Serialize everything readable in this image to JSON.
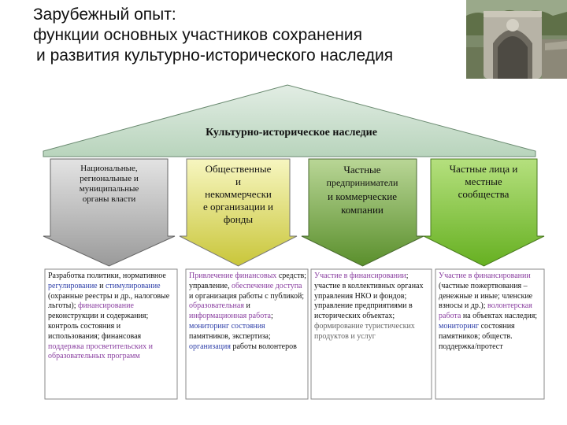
{
  "title": {
    "line1": "Зарубежный опыт:",
    "line2": "функции основных участников сохранения",
    "line3": "и развития культурно-исторического наследия"
  },
  "heritage_label": "Культурно-историческое наследие",
  "columns": [
    {
      "header_lines": [
        "Национальные,",
        "региональные и",
        "муниципальные",
        "органы власти"
      ],
      "segments": [
        {
          "text": "Разработка политики, нормативное ",
          "style": "plain"
        },
        {
          "text": "регулирование",
          "style": "blue"
        },
        {
          "text": " и ",
          "style": "plain"
        },
        {
          "text": "стимулирование",
          "style": "blue"
        },
        {
          "text": " (охранные реестры и др., налоговые льготы); ",
          "style": "plain"
        },
        {
          "text": "финансирование",
          "style": "purple"
        },
        {
          "text": " реконструкции и содержания; контроль состояния и использования; финансовая ",
          "style": "plain"
        },
        {
          "text": "поддержка просветительских и образовательных программ",
          "style": "purple"
        }
      ]
    },
    {
      "header_lines": [
        "Общественные",
        "и",
        "некоммерчески",
        "е организации и",
        "фонды"
      ],
      "segments": [
        {
          "text": "Привлечение финансовых",
          "style": "purple"
        },
        {
          "text": " средств; управление, ",
          "style": "plain"
        },
        {
          "text": "обеспечение доступа",
          "style": "purple"
        },
        {
          "text": " и организация работы с публикой; ",
          "style": "plain"
        },
        {
          "text": "образовательная",
          "style": "purple"
        },
        {
          "text": " и ",
          "style": "plain"
        },
        {
          "text": "информационная работа",
          "style": "purple"
        },
        {
          "text": "; ",
          "style": "plain"
        },
        {
          "text": "мониторинг состояния",
          "style": "blue"
        },
        {
          "text": " памятников, экспертиза; ",
          "style": "plain"
        },
        {
          "text": "организация",
          "style": "blue"
        },
        {
          "text": " работы волонтеров",
          "style": "plain"
        }
      ]
    },
    {
      "header_lines": [
        "Частные",
        "предприниматели",
        "и коммерческие",
        "компании"
      ],
      "segments": [
        {
          "text": "Участие в финансировании",
          "style": "purple"
        },
        {
          "text": "; участие в коллективных органах управления НКО и фондов; управление предприятиями в исторических объектах; ",
          "style": "plain"
        },
        {
          "text": "формирование туристических продуктов и услуг",
          "style": "gray"
        }
      ]
    },
    {
      "header_lines": [
        "Частные лица и",
        "местные",
        "сообщества"
      ],
      "segments": [
        {
          "text": "Участие в финансировании",
          "style": "purple"
        },
        {
          "text": " (частные пожертвования – денежные и иные; членские взносы и др.); ",
          "style": "plain"
        },
        {
          "text": "волонтерская работа",
          "style": "purple"
        },
        {
          "text": " на объектах наследия; ",
          "style": "plain"
        },
        {
          "text": "мониторинг",
          "style": "blue"
        },
        {
          "text": " состояния памятников; обществ. поддержка/протест",
          "style": "plain"
        }
      ]
    }
  ]
}
